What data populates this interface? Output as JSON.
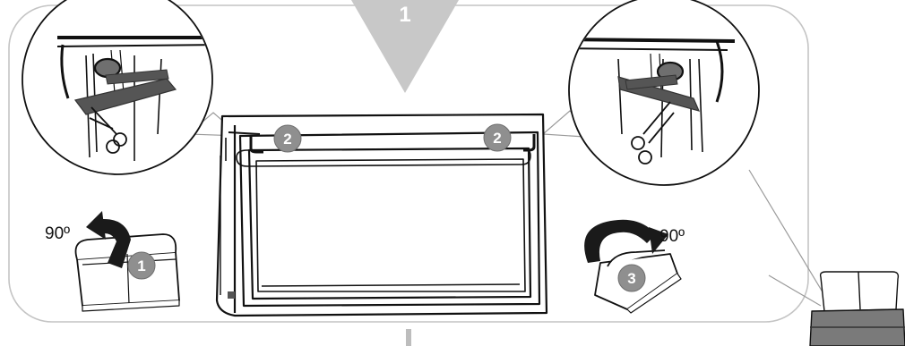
{
  "diagram": {
    "step_indicator": "1",
    "steps": [
      {
        "badge": "1",
        "area": "left-sofa"
      },
      {
        "badge": "2",
        "area": "left-strap"
      },
      {
        "badge": "2",
        "area": "right-strap"
      },
      {
        "badge": "3",
        "area": "right-sofa"
      }
    ],
    "angle_left": "90º",
    "angle_right": "90º",
    "icons": [
      "scissors-icon",
      "rotate-arrow-icon",
      "sofa-icon",
      "bed-icon"
    ],
    "colors": {
      "badge_fill": "#8f8f8f",
      "arrow_fill": "#c8c8c8",
      "strap_fill": "#555555",
      "panel_border": "#c4c4c4",
      "line": "#111111"
    }
  }
}
